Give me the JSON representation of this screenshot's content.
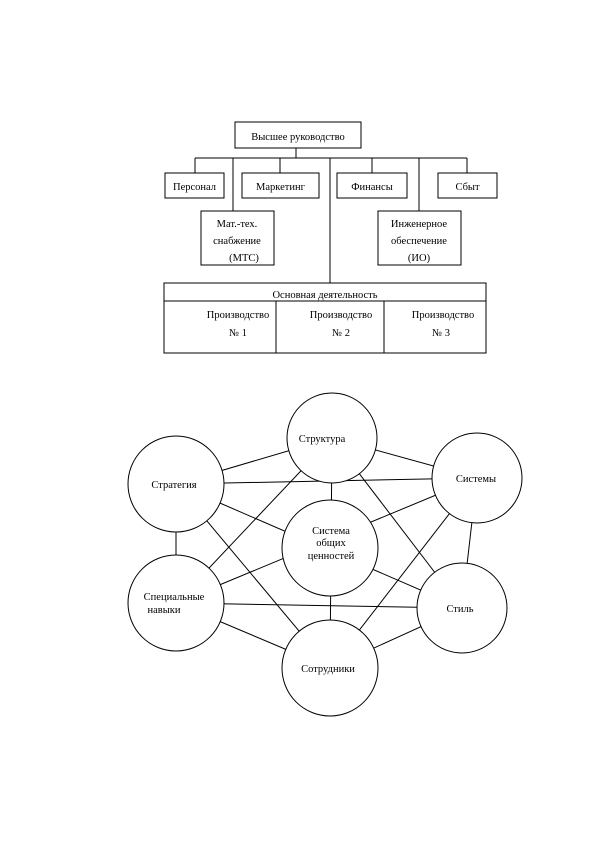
{
  "org_chart": {
    "top": "Высшее руководство",
    "departments": [
      "Персонал",
      "Маркетинг",
      "Финансы",
      "Сбыт"
    ],
    "mts": [
      "Мат.-тех.",
      "снабжение",
      "(МТС)"
    ],
    "engineering": [
      "Инженерное",
      "обеспечение",
      "(ИО)"
    ],
    "core": {
      "title": "Основная деятельность",
      "units": [
        {
          "line1": "Производство",
          "line2": "№ 1"
        },
        {
          "line1": "Производство",
          "line2": "№ 2"
        },
        {
          "line1": "Производство",
          "line2": "№ 3"
        }
      ]
    }
  },
  "seven_s": {
    "center": [
      "Система",
      "общих",
      "ценностей"
    ],
    "structure": "Структура",
    "strategy": "Стратегия",
    "systems": "Системы",
    "skills": [
      "Специальные",
      "навыки"
    ],
    "style": "Стиль",
    "staff": "Сотрудники"
  }
}
